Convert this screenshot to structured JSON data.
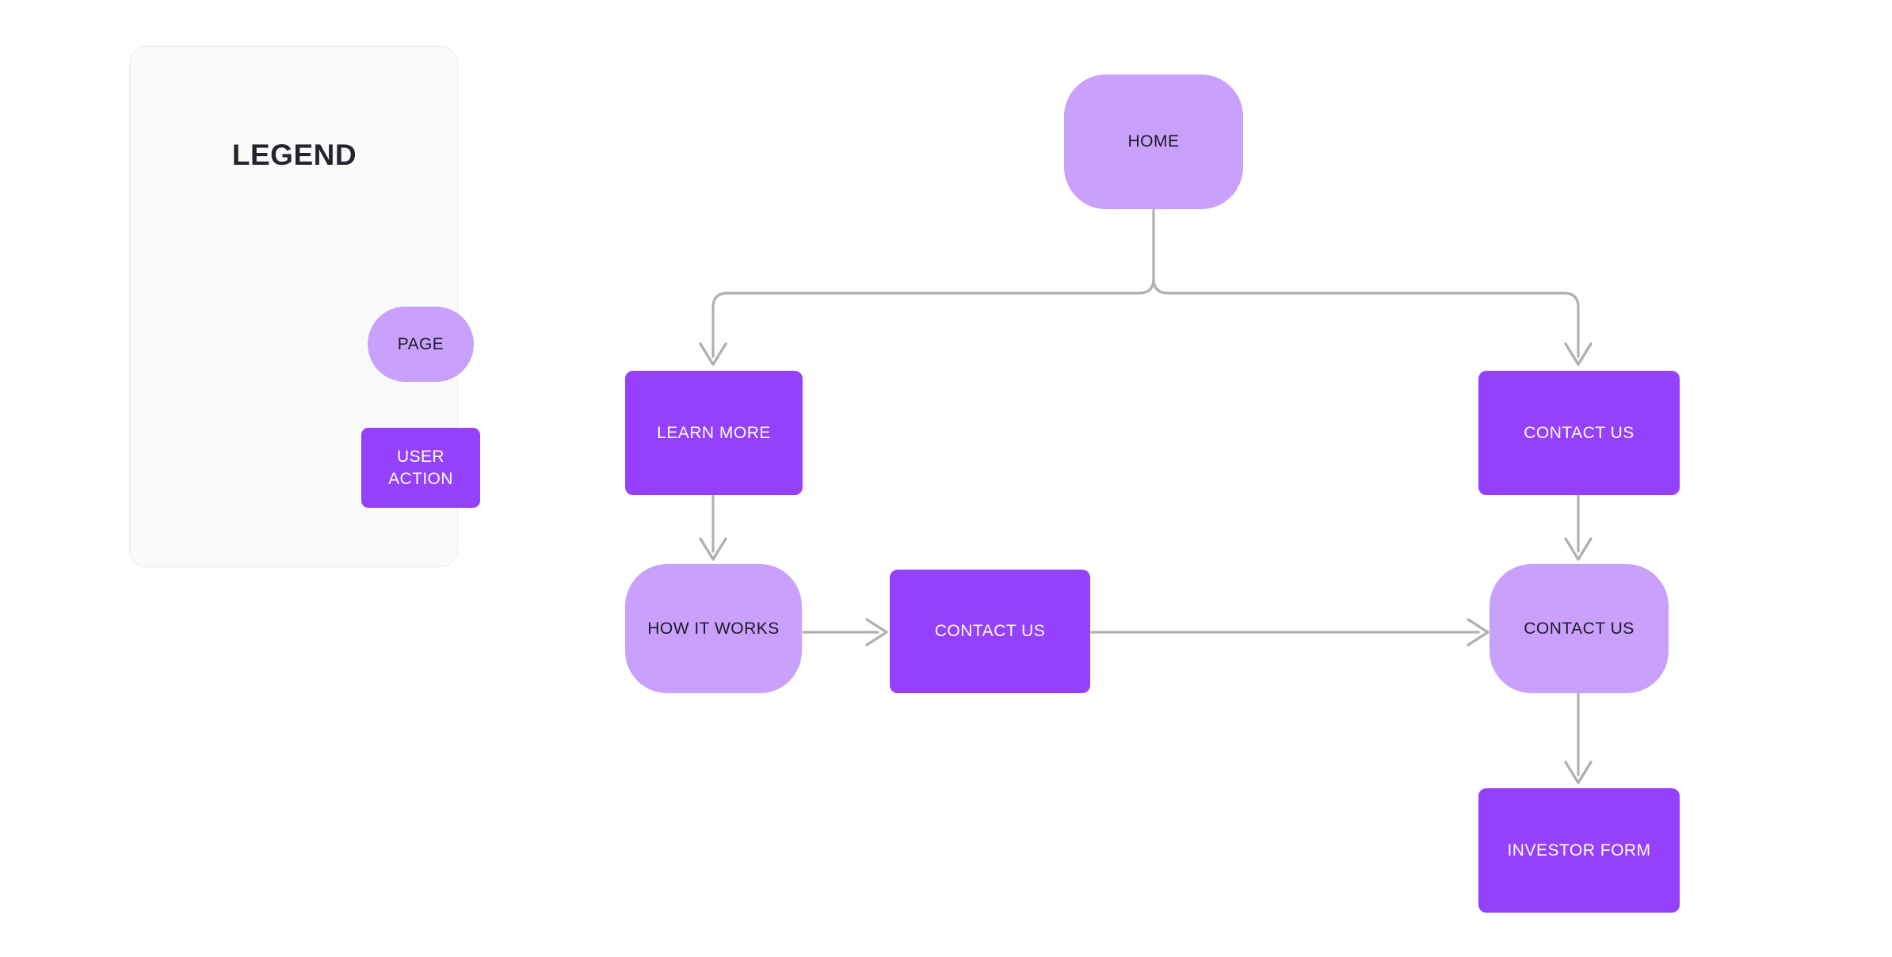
{
  "legend": {
    "title": "LEGEND",
    "items": [
      {
        "label": "PAGE",
        "shape": "rounded-pill",
        "color": "#c9a0fc",
        "text_color": "#1e1b25"
      },
      {
        "label": "USER ACTION",
        "label_line1": "USER",
        "label_line2": "ACTION",
        "shape": "rectangle",
        "color": "#9440fd",
        "text_color": "#ffffff"
      }
    ],
    "panel": {
      "background": "#fafafb",
      "border_color": "#eae8f1"
    }
  },
  "flow": {
    "colors": {
      "page": "#c9a0fc",
      "user_action": "#9440fd",
      "connector": "#b0b0b0",
      "canvas": "#ffffff"
    },
    "nodes": [
      {
        "id": "home",
        "label": "HOME",
        "type": "page"
      },
      {
        "id": "learn-more",
        "label": "LEARN MORE",
        "type": "user_action"
      },
      {
        "id": "contact-top-right",
        "label": "CONTACT US",
        "type": "user_action"
      },
      {
        "id": "how-it-works",
        "label": "HOW IT WORKS",
        "type": "page"
      },
      {
        "id": "contact-middle",
        "label": "CONTACT US",
        "type": "user_action"
      },
      {
        "id": "contact-right-page",
        "label": "CONTACT US",
        "type": "page"
      },
      {
        "id": "investor-form",
        "label": "INVESTOR FORM",
        "type": "user_action"
      }
    ],
    "edges": [
      {
        "from": "home",
        "to": "learn-more",
        "direction": "down"
      },
      {
        "from": "home",
        "to": "contact-top-right",
        "direction": "down"
      },
      {
        "from": "learn-more",
        "to": "how-it-works",
        "direction": "down"
      },
      {
        "from": "how-it-works",
        "to": "contact-middle",
        "direction": "right"
      },
      {
        "from": "contact-middle",
        "to": "contact-right-page",
        "direction": "right"
      },
      {
        "from": "contact-top-right",
        "to": "contact-right-page",
        "direction": "down"
      },
      {
        "from": "contact-right-page",
        "to": "investor-form",
        "direction": "down"
      }
    ]
  }
}
